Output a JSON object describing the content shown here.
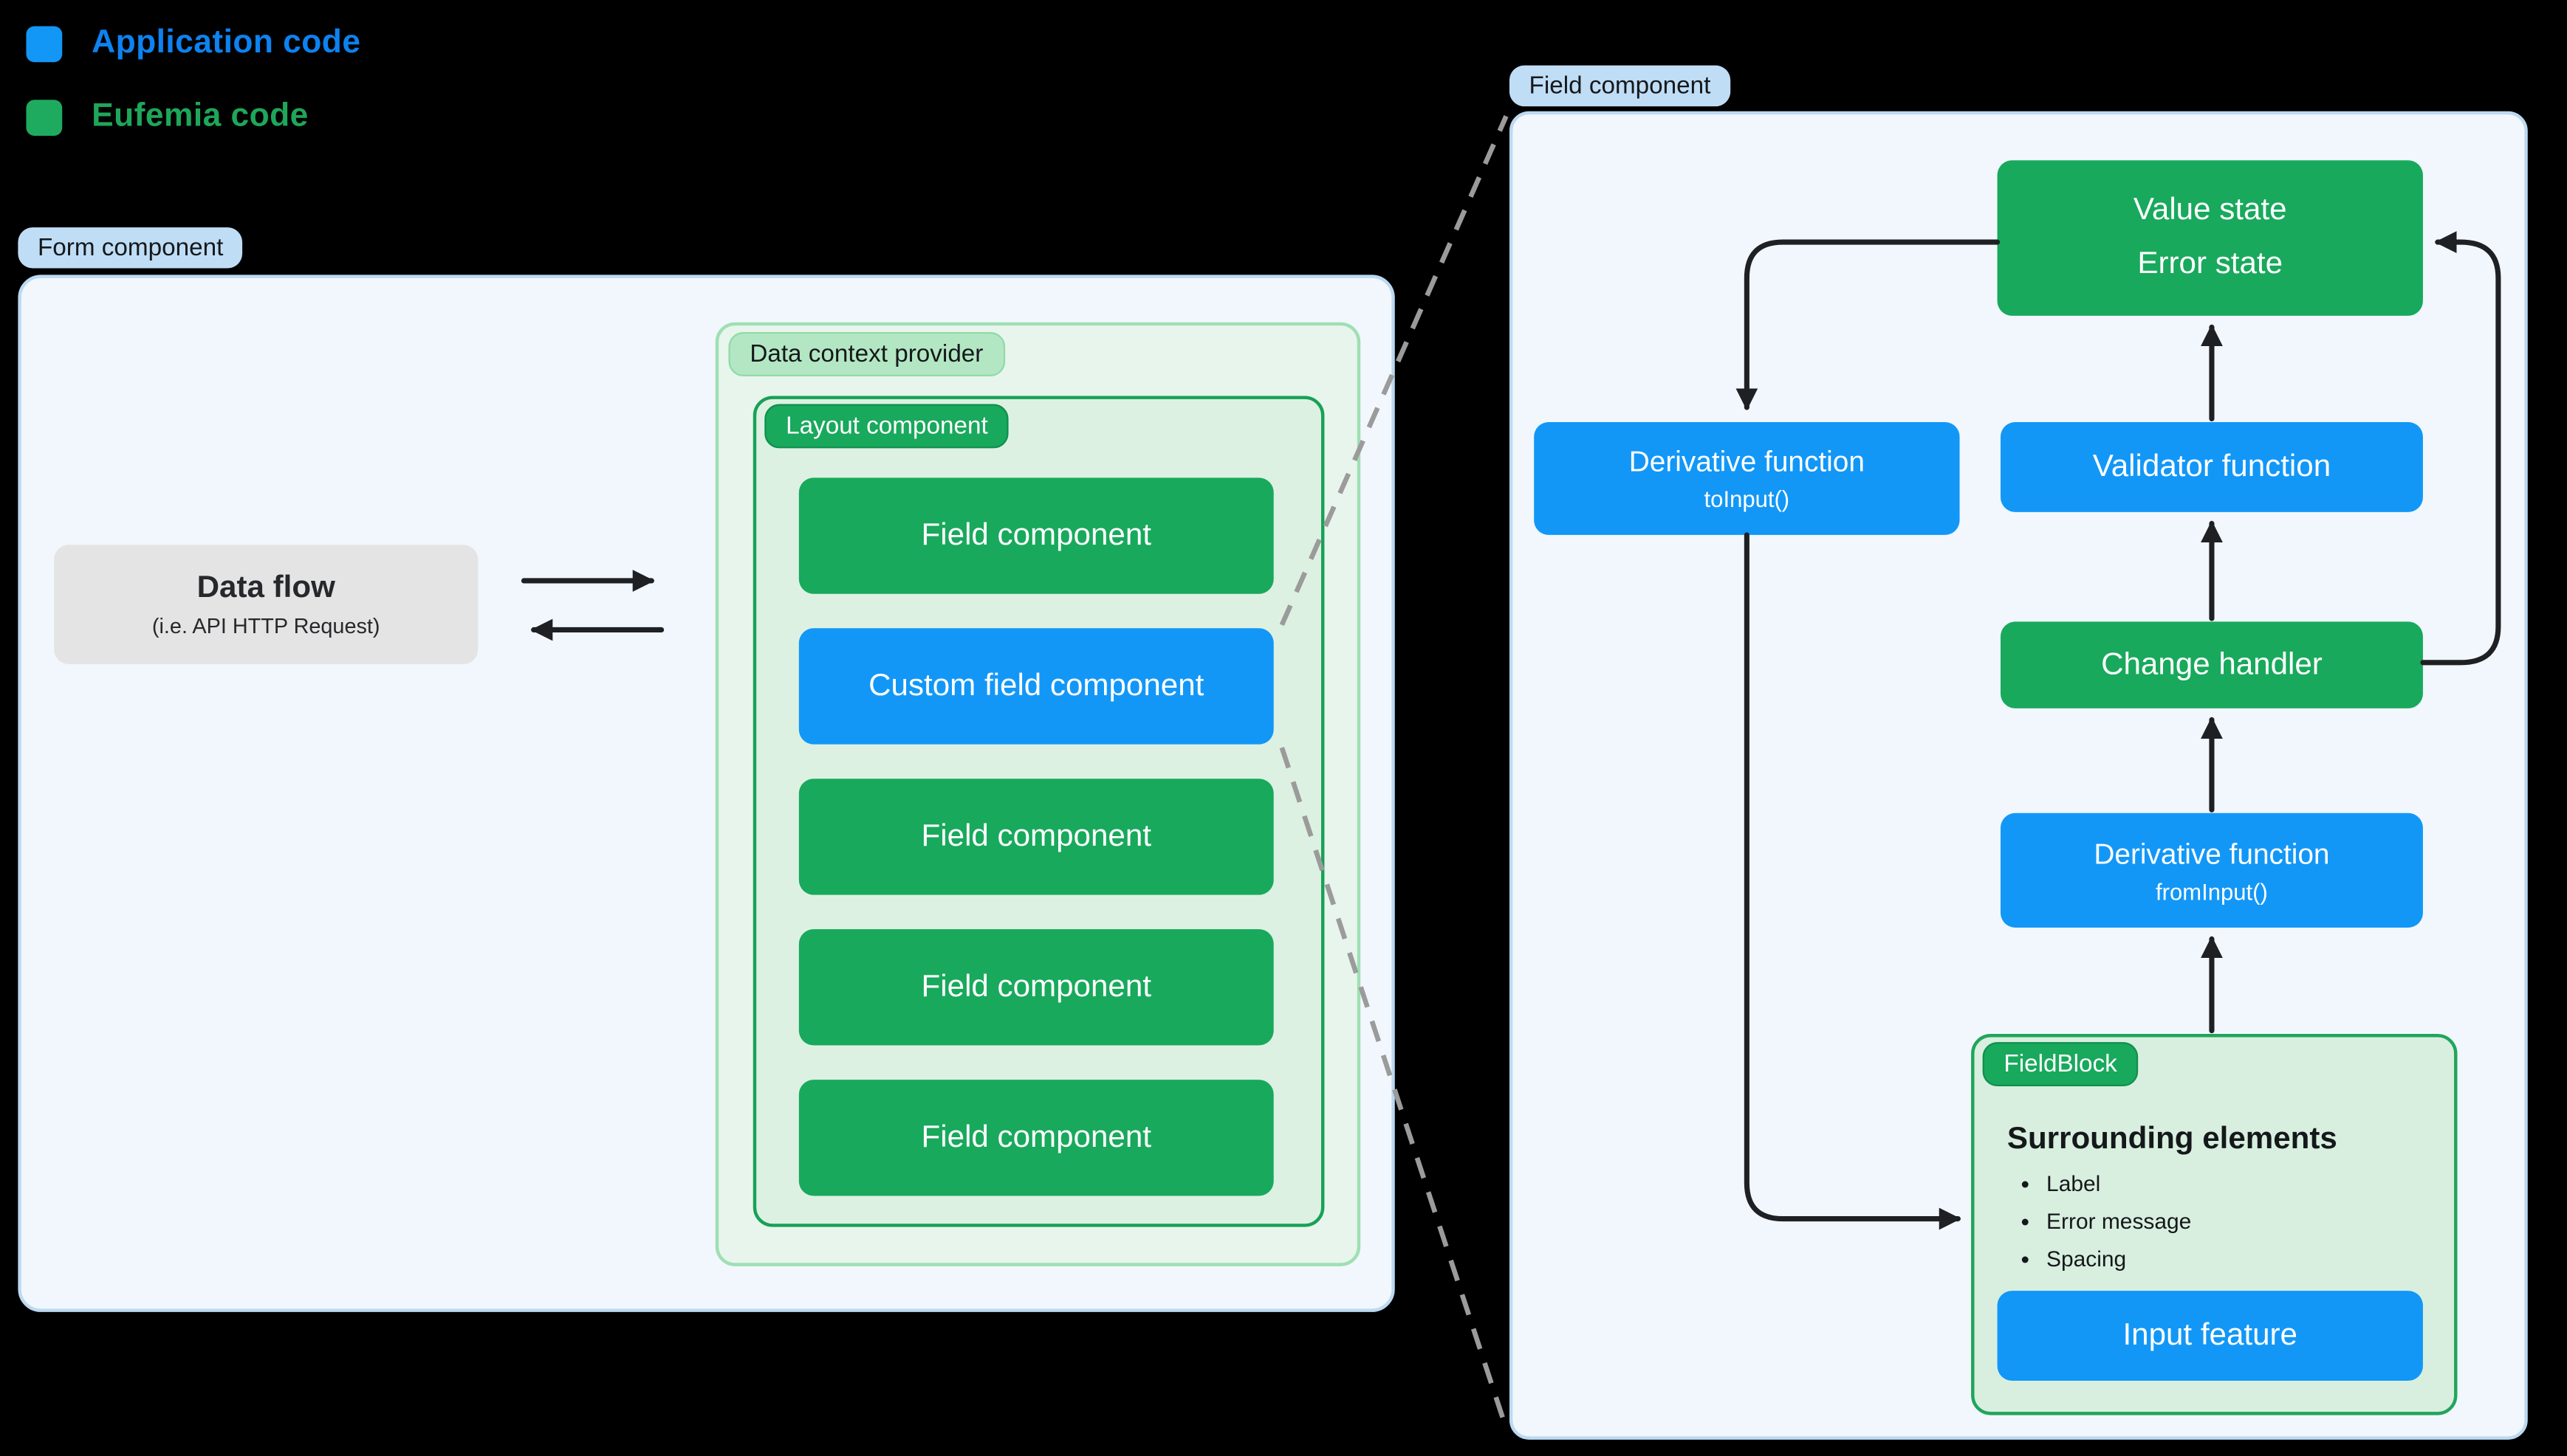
{
  "legend": {
    "items": [
      {
        "label": "Application code",
        "color": "#1297f7",
        "text_color": "#0d82f0"
      },
      {
        "label": "Eufemia code",
        "color": "#1fab5f",
        "text_color": "#1ea65a"
      }
    ]
  },
  "left_diagram": {
    "panel_label": "Form component",
    "data_flow": {
      "title": "Data flow",
      "subtitle": "(i.e. API HTTP Request)"
    },
    "data_context_label": "Data context provider",
    "layout_label": "Layout component",
    "layout_boxes": [
      {
        "label": "Field component",
        "type": "green"
      },
      {
        "label": "Custom field component",
        "type": "blue"
      },
      {
        "label": "Field component",
        "type": "green"
      },
      {
        "label": "Field component",
        "type": "green"
      },
      {
        "label": "Field component",
        "type": "green"
      }
    ]
  },
  "right_diagram": {
    "panel_label": "Field component",
    "value_state": {
      "line1": "Value state",
      "line2": "Error state"
    },
    "to_input": {
      "title": "Derivative function",
      "subtitle": "toInput()"
    },
    "validator_label": "Validator function",
    "change_handler_label": "Change handler",
    "from_input": {
      "title": "Derivative function",
      "subtitle": "fromInput()"
    },
    "field_block": {
      "label": "FieldBlock",
      "heading": "Surrounding elements",
      "bullets": [
        "Label",
        "Error message",
        "Spacing"
      ],
      "input_feature_label": "Input feature"
    }
  },
  "colors": {
    "application_blue": "#1297f7",
    "eufemia_green": "#18a95c",
    "label_pill_blue_bg": "#c0ddf6",
    "label_pill_green_bg": "#b3e7c3",
    "panel_blue_bg": "#f1f7fc",
    "panel_blue_border": "#bcd9f1",
    "panel_green_bg": "#e8f5ec",
    "layout_panel_bg": "#ddf1e3",
    "layout_panel_border": "#17a157",
    "fieldblock_bg": "#d8efdf",
    "data_flow_bg": "#e4e4e4",
    "arrow_black": "#1e2023",
    "dashed_gray": "#9b9b9b",
    "background": "#000000"
  }
}
